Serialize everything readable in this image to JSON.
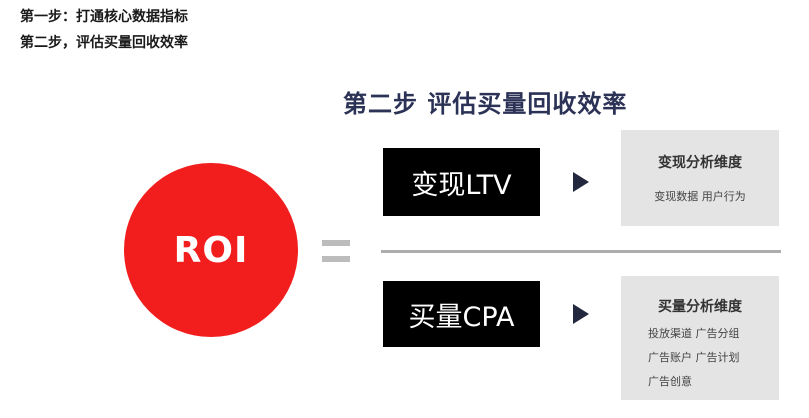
{
  "top_lines": {
    "line1": "第一步：打通核心数据指标",
    "line2": "第二步，评估买量回收效率"
  },
  "heading": "第二步 评估买量回收效率",
  "roi": {
    "label": "ROI",
    "color": "#f21d1d"
  },
  "ltv": {
    "label": "变现LTV",
    "panel_title": "变现分析维度",
    "panel_items": [
      "变现数据 用户行为"
    ]
  },
  "cpa": {
    "label": "买量CPA",
    "panel_title": "买量分析维度",
    "panel_items": [
      "投放渠道 广告分组",
      "广告账户 广告计划",
      "广告创意"
    ]
  }
}
